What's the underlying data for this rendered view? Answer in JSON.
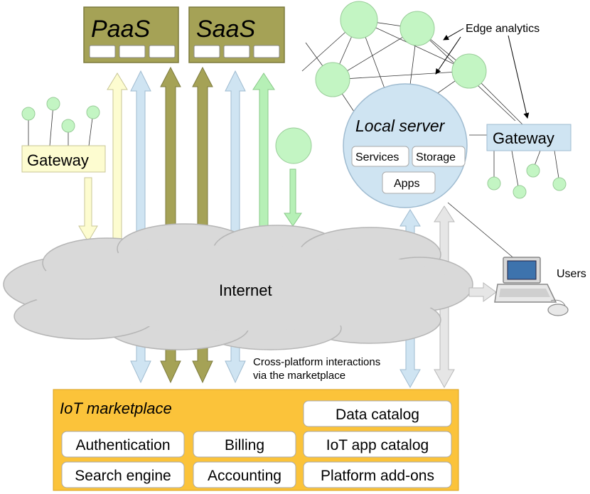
{
  "platforms": [
    {
      "id": "paas",
      "label": "PaaS"
    },
    {
      "id": "saas",
      "label": "SaaS"
    }
  ],
  "gateway_left": {
    "label": "Gateway"
  },
  "gateway_right": {
    "label": "Gateway"
  },
  "local_server": {
    "title": "Local server",
    "modules": [
      "Services",
      "Storage",
      "Apps"
    ]
  },
  "edge_analytics_label": "Edge analytics",
  "internet_label": "Internet",
  "users_label": "Users",
  "cross_platform_note": [
    "Cross-platform interactions",
    "via the marketplace"
  ],
  "marketplace": {
    "title": "IoT marketplace",
    "modules": [
      "Data catalog",
      "Authentication",
      "Billing",
      "IoT app catalog",
      "Search engine",
      "Accounting",
      "Platform add-ons"
    ]
  },
  "colors": {
    "olive": "#a5a256",
    "olive_border": "#7d7b3e",
    "light_blue": "#cfe4f2",
    "light_yellow": "#fdfcd0",
    "light_green": "#b6f0b6",
    "node_green": "#c3f5c3",
    "cloud_gray": "#d9d9d9",
    "marketplace_orange": "#fbc33a"
  }
}
